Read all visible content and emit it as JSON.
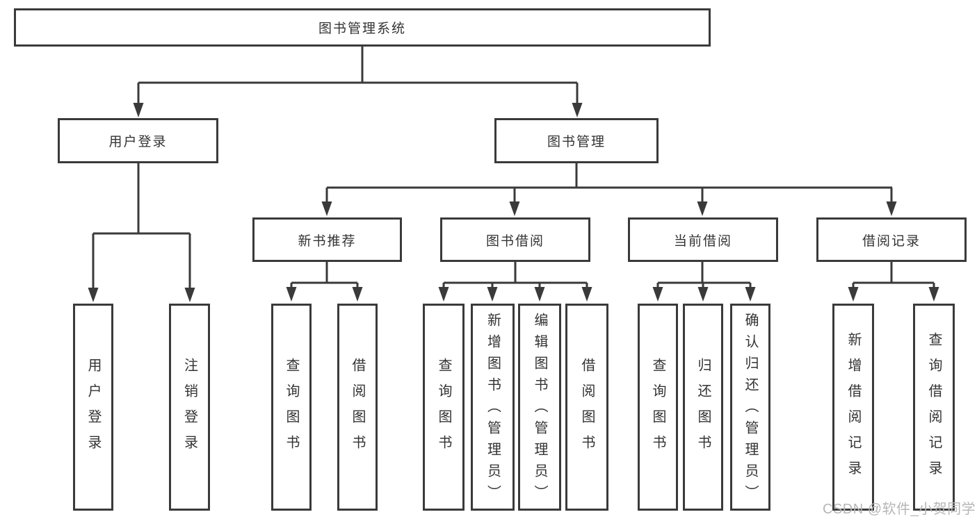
{
  "tree": {
    "root": "图书管理系统",
    "branches": [
      {
        "label": "用户登录",
        "leaves": [
          "用户登录",
          "注销登录"
        ]
      },
      {
        "label": "图书管理",
        "groups": [
          {
            "label": "新书推荐",
            "leaves": [
              "查询图书",
              "借阅图书"
            ]
          },
          {
            "label": "图书借阅",
            "leaves": [
              "查询图书",
              "新增图书（管理员）",
              "编辑图书（管理员）",
              "借阅图书"
            ]
          },
          {
            "label": "当前借阅",
            "leaves": [
              "查询图书",
              "归还图书",
              "确认归还（管理员）"
            ]
          },
          {
            "label": "借阅记录",
            "leaves": [
              "新增借阅记录",
              "查询借阅记录"
            ]
          }
        ]
      }
    ]
  },
  "watermark": "CSDN @软件_小贺同学",
  "colors": {
    "line": "#3a3a3a",
    "box_border": "#3a3a3a",
    "text": "#333333",
    "background": "#ffffff",
    "watermark": "#b6b6b6"
  }
}
